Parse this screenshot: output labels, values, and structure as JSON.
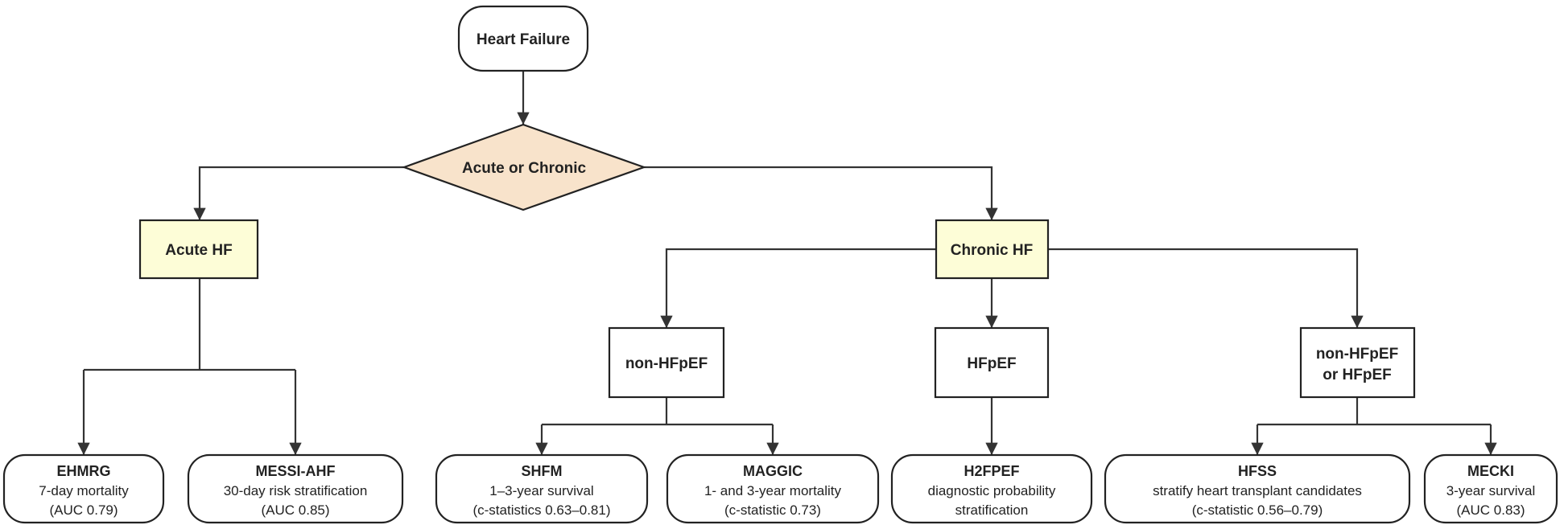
{
  "colors": {
    "decision_fill": "#f8e3cb",
    "category_fill": "#fdfdd7",
    "box_fill": "#ffffff",
    "line": "#333333"
  },
  "nodes": {
    "heart_failure": "Heart Failure",
    "acute_or_chronic": "Acute or Chronic",
    "acute_hf": "Acute HF",
    "chronic_hf": "Chronic HF",
    "non_hfpef": "non-HFpEF",
    "hfpef": "HFpEF",
    "non_hfpef_or_hfpef": [
      "non-HFpEF",
      "or HFpEF"
    ]
  },
  "scores": [
    {
      "name": "EHMRG",
      "lines": [
        "7-day mortality",
        "(AUC 0.79)"
      ]
    },
    {
      "name": "MESSI-AHF",
      "lines": [
        "30-day risk stratification",
        "(AUC 0.85)"
      ]
    },
    {
      "name": "SHFM",
      "lines": [
        "1–3-year survival",
        "(c-statistics 0.63–0.81)"
      ]
    },
    {
      "name": "MAGGIC",
      "lines": [
        "1- and 3-year mortality",
        "(c-statistic 0.73)"
      ]
    },
    {
      "name": "H2FPEF",
      "lines": [
        "diagnostic probability",
        "stratification"
      ]
    },
    {
      "name": "HFSS",
      "lines": [
        "stratify heart transplant candidates",
        "(c-statistic 0.56–0.79)"
      ]
    },
    {
      "name": "MECKI",
      "lines": [
        "3-year survival",
        "(AUC 0.83)"
      ]
    }
  ]
}
